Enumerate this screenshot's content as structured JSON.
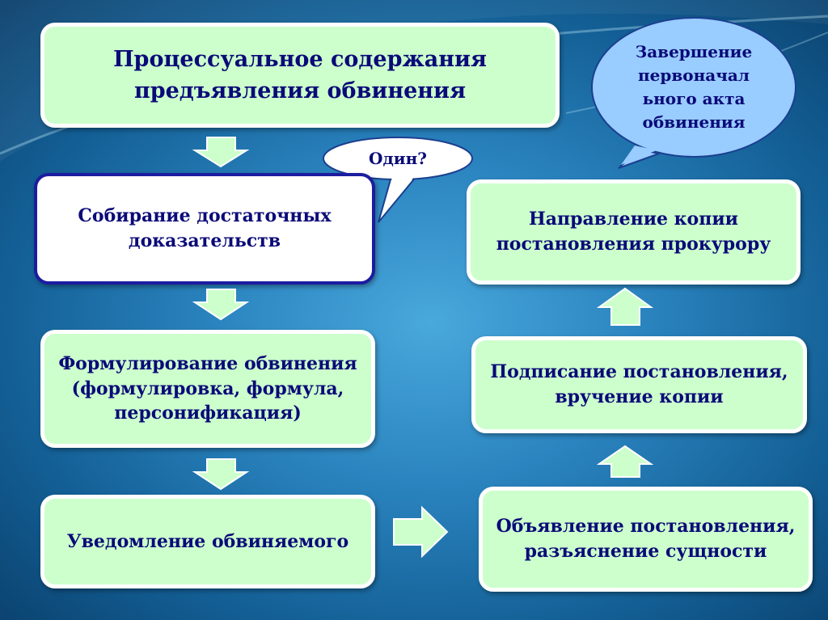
{
  "title": "Процессуальное содержания предъявления обвинения",
  "callouts": {
    "completion": "Завершение первоначал ьного акта обвинения",
    "question": "Один?"
  },
  "left_steps": [
    "Собирание достаточных доказательств",
    "Формулирование обвинения (формулировка, формула, персонификация)",
    "Уведомление обвиняемого"
  ],
  "right_steps": [
    "Объявление постановления, разъяснение сущности",
    "Подписание постановления, вручение копии",
    "Направление копии постановления прокурору"
  ],
  "colors": {
    "box_fill": "#ccffcc",
    "text": "#0a0a78",
    "callout_fill": "#99ccff",
    "arrow": "#ccffcc"
  }
}
